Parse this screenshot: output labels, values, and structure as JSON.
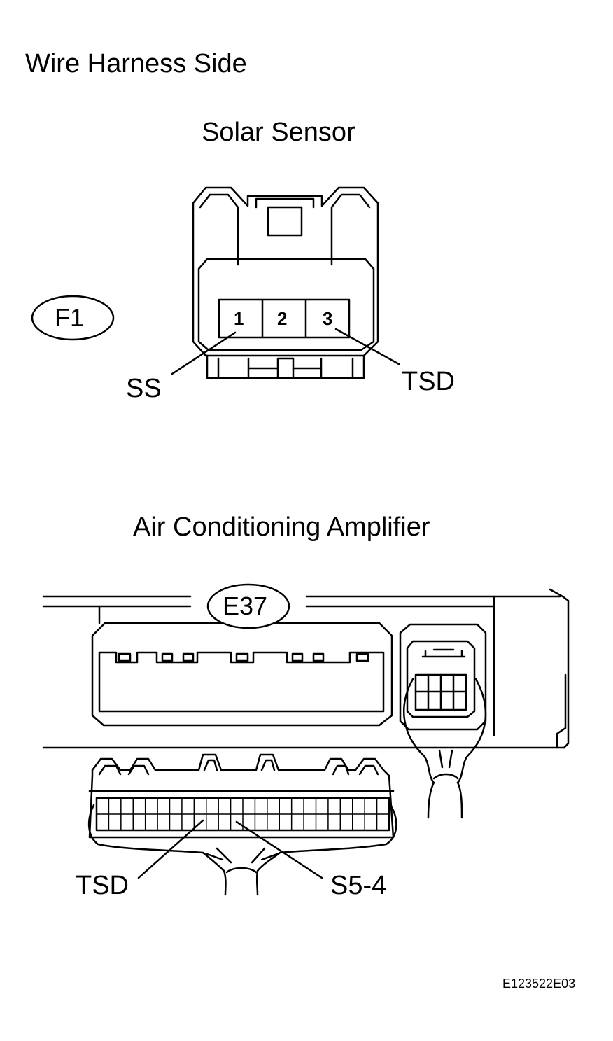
{
  "header": {
    "title": "Wire Harness Side"
  },
  "solar_sensor": {
    "title": "Solar Sensor",
    "connector_code": "F1",
    "pins": [
      "1",
      "2",
      "3"
    ],
    "callouts": {
      "left": "SS",
      "right": "TSD"
    }
  },
  "amplifier": {
    "title": "Air Conditioning Amplifier",
    "connector_code": "E37",
    "callouts": {
      "left": "TSD",
      "right": "S5-4"
    }
  },
  "footer": {
    "figure_id": "E123522E03"
  }
}
